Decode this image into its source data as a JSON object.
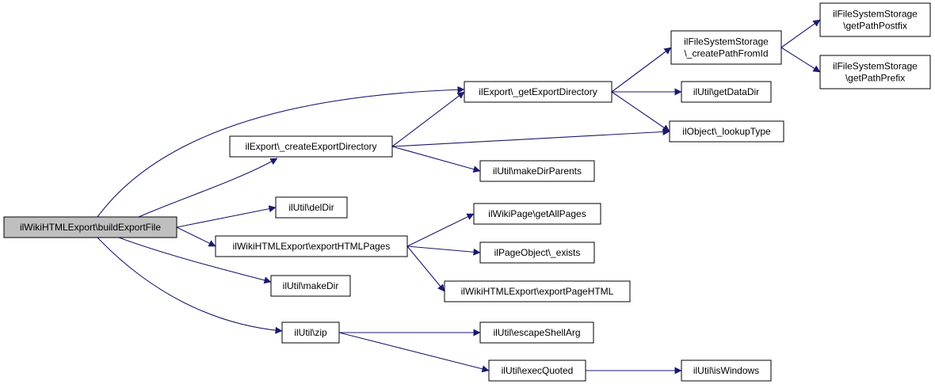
{
  "colors": {
    "edge": "#191970",
    "node_fill": "#ffffff",
    "root_fill": "#bfbfbf",
    "border": "#000000"
  },
  "nodes": [
    {
      "id": "build",
      "lines": [
        "ilWikiHTMLExport\\buildExportFile"
      ],
      "root": true
    },
    {
      "id": "getExportDir",
      "lines": [
        "ilExport\\_getExportDirectory"
      ]
    },
    {
      "id": "createExportDir",
      "lines": [
        "ilExport\\_createExportDirectory"
      ]
    },
    {
      "id": "delDir",
      "lines": [
        "ilUtil\\delDir"
      ]
    },
    {
      "id": "exportHTMLPages",
      "lines": [
        "ilWikiHTMLExport\\exportHTMLPages"
      ]
    },
    {
      "id": "makeDir",
      "lines": [
        "ilUtil\\makeDir"
      ]
    },
    {
      "id": "zip",
      "lines": [
        "ilUtil\\zip"
      ]
    },
    {
      "id": "createPathFromId",
      "lines": [
        "ilFileSystemStorage",
        "\\_createPathFromId"
      ]
    },
    {
      "id": "getDataDir",
      "lines": [
        "ilUtil\\getDataDir"
      ]
    },
    {
      "id": "lookupType",
      "lines": [
        "ilObject\\_lookupType"
      ]
    },
    {
      "id": "makeDirParents",
      "lines": [
        "ilUtil\\makeDirParents"
      ]
    },
    {
      "id": "getAllPages",
      "lines": [
        "ilWikiPage\\getAllPages"
      ]
    },
    {
      "id": "exists",
      "lines": [
        "ilPageObject\\_exists"
      ]
    },
    {
      "id": "exportPageHTML",
      "lines": [
        "ilWikiHTMLExport\\exportPageHTML"
      ]
    },
    {
      "id": "escapeShellArg",
      "lines": [
        "ilUtil\\escapeShellArg"
      ]
    },
    {
      "id": "execQuoted",
      "lines": [
        "ilUtil\\execQuoted"
      ]
    },
    {
      "id": "getPathPostfix",
      "lines": [
        "ilFileSystemStorage",
        "\\getPathPostfix"
      ]
    },
    {
      "id": "getPathPrefix",
      "lines": [
        "ilFileSystemStorage",
        "\\getPathPrefix"
      ]
    },
    {
      "id": "isWindows",
      "lines": [
        "ilUtil\\isWindows"
      ]
    }
  ],
  "edges": [
    {
      "from": "build",
      "to": "getExportDir"
    },
    {
      "from": "build",
      "to": "createExportDir"
    },
    {
      "from": "build",
      "to": "delDir"
    },
    {
      "from": "build",
      "to": "exportHTMLPages"
    },
    {
      "from": "build",
      "to": "makeDir"
    },
    {
      "from": "build",
      "to": "zip"
    },
    {
      "from": "getExportDir",
      "to": "createPathFromId"
    },
    {
      "from": "getExportDir",
      "to": "getDataDir"
    },
    {
      "from": "getExportDir",
      "to": "lookupType"
    },
    {
      "from": "createExportDir",
      "to": "getExportDir"
    },
    {
      "from": "createExportDir",
      "to": "lookupType"
    },
    {
      "from": "createExportDir",
      "to": "makeDirParents"
    },
    {
      "from": "exportHTMLPages",
      "to": "getAllPages"
    },
    {
      "from": "exportHTMLPages",
      "to": "exists"
    },
    {
      "from": "exportHTMLPages",
      "to": "exportPageHTML"
    },
    {
      "from": "zip",
      "to": "escapeShellArg"
    },
    {
      "from": "zip",
      "to": "execQuoted"
    },
    {
      "from": "createPathFromId",
      "to": "getPathPostfix"
    },
    {
      "from": "createPathFromId",
      "to": "getPathPrefix"
    },
    {
      "from": "execQuoted",
      "to": "isWindows"
    }
  ]
}
